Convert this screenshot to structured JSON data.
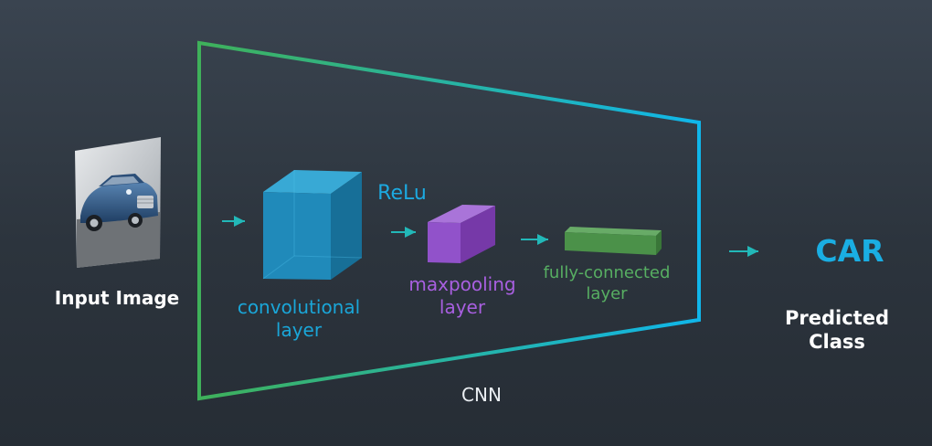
{
  "input": {
    "label": "Input Image",
    "image": "car-photo"
  },
  "network": {
    "label": "CNN"
  },
  "layers": {
    "conv": "convolutional\nlayer",
    "activation": "ReLu",
    "pool": "maxpooling\nlayer",
    "fc": "fully-connected\nlayer"
  },
  "output": {
    "value": "CAR",
    "caption": "Predicted\nClass"
  },
  "colors": {
    "frame_left": "#3fb15a",
    "frame_right": "#10b6ea",
    "conv": "#1d8ec0",
    "relu": "#1ca9e0",
    "pool": "#9a55d6",
    "fc": "#4f9b4a",
    "arrow": "#22b8b8",
    "output": "#1aaee3"
  },
  "icons": [
    "arrow-right-icon"
  ]
}
